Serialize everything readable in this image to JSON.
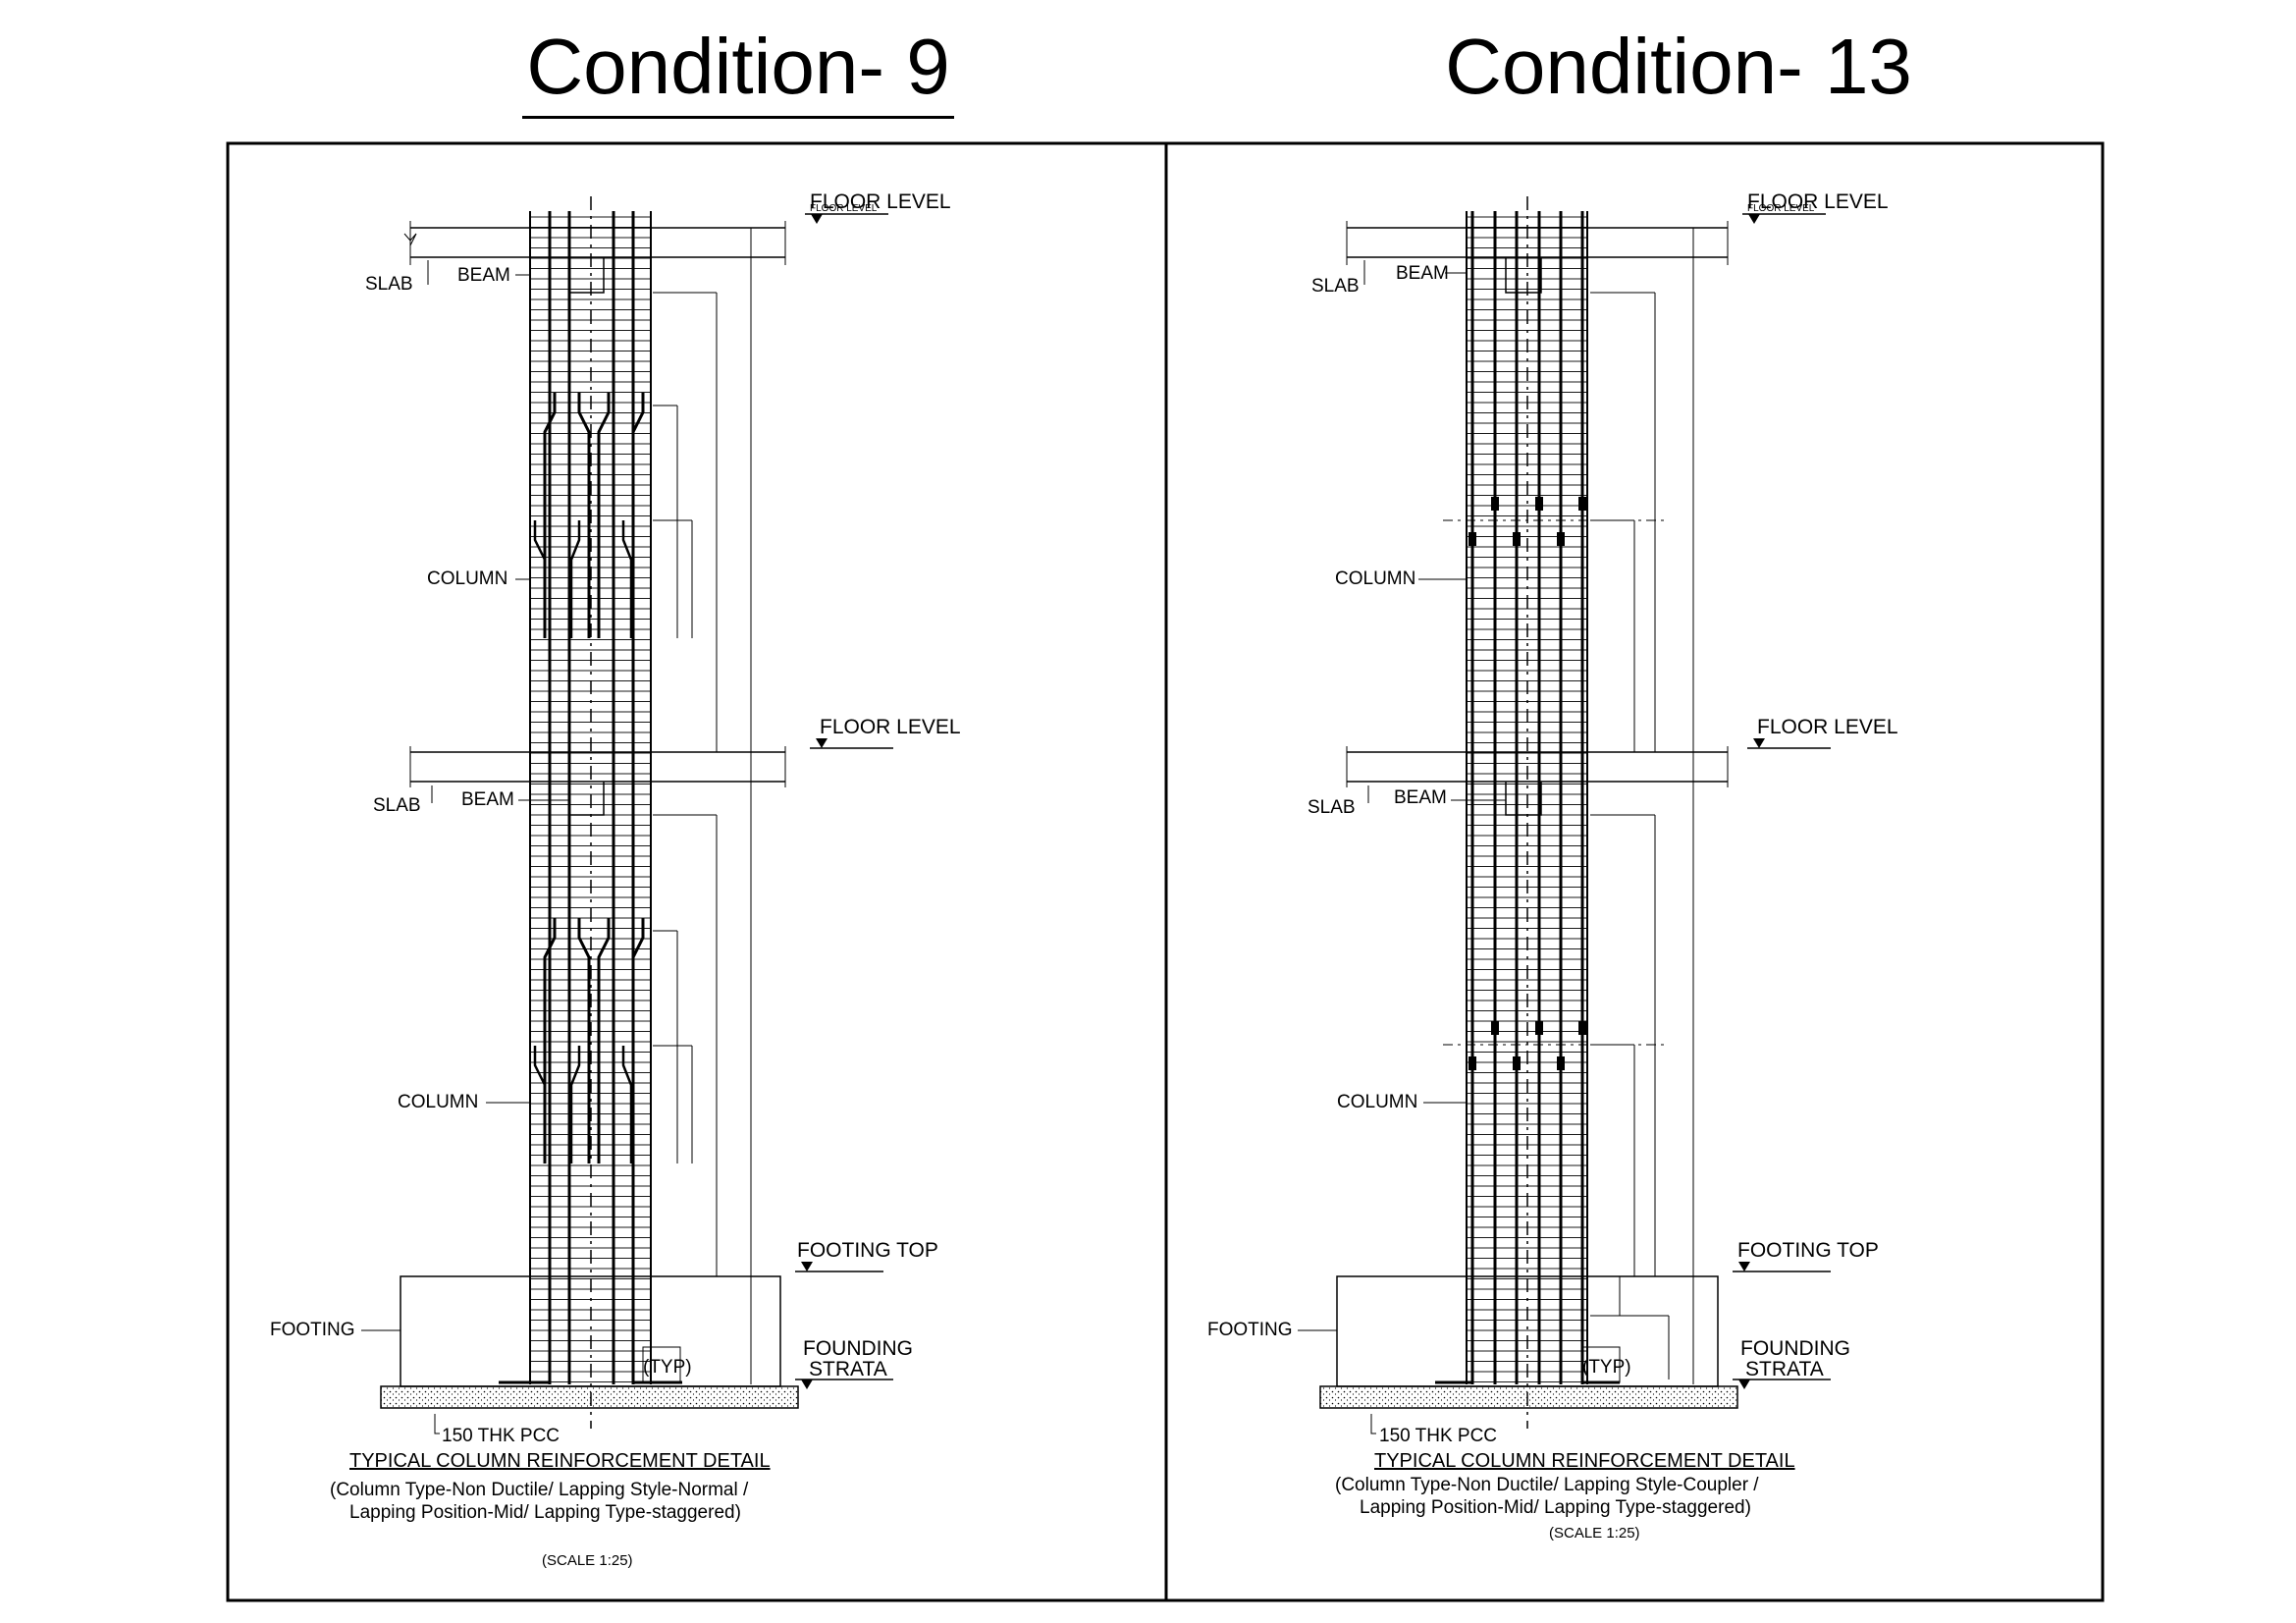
{
  "titles": {
    "left": "Condition- 9",
    "right": "Condition- 13"
  },
  "left_panel": {
    "floor_level_top": "FLOOR LEVEL",
    "floor_level_top_small": "FLOOR LEVEL",
    "floor_level_mid": "FLOOR LEVEL",
    "slab_upper": "SLAB",
    "beam_upper": "BEAM",
    "slab_lower": "SLAB",
    "beam_lower": "BEAM",
    "column_upper": "COLUMN",
    "column_lower": "COLUMN",
    "footing_top": "FOOTING TOP",
    "footing": "FOOTING",
    "founding_strata_1": "FOUNDING",
    "founding_strata_2": "STRATA",
    "typ": "(TYP)",
    "pcc": "150 THK PCC",
    "detail_title": "TYPICAL COLUMN REINFORCEMENT DETAIL",
    "detail_desc_1": "(Column Type-Non Ductile/ Lapping Style-Normal /",
    "detail_desc_2": "Lapping Position-Mid/ Lapping Type-staggered)",
    "scale": "(SCALE 1:25)"
  },
  "right_panel": {
    "floor_level_top": "FLOOR LEVEL",
    "floor_level_top_small": "FLOOR LEVEL",
    "floor_level_mid": "FLOOR LEVEL",
    "slab_upper": "SLAB",
    "beam_upper": "BEAM",
    "slab_lower": "SLAB",
    "beam_lower": "BEAM",
    "column_upper": "COLUMN",
    "column_lower": "COLUMN",
    "footing_top": "FOOTING TOP",
    "footing": "FOOTING",
    "founding_strata_1": "FOUNDING",
    "founding_strata_2": "STRATA",
    "typ": "(TYP)",
    "pcc": "150 THK PCC",
    "detail_title": "TYPICAL COLUMN REINFORCEMENT DETAIL",
    "detail_desc_1": "(Column Type-Non Ductile/ Lapping Style-Coupler /",
    "detail_desc_2": "Lapping Position-Mid/ Lapping Type-staggered)",
    "scale": "(SCALE 1:25)"
  }
}
